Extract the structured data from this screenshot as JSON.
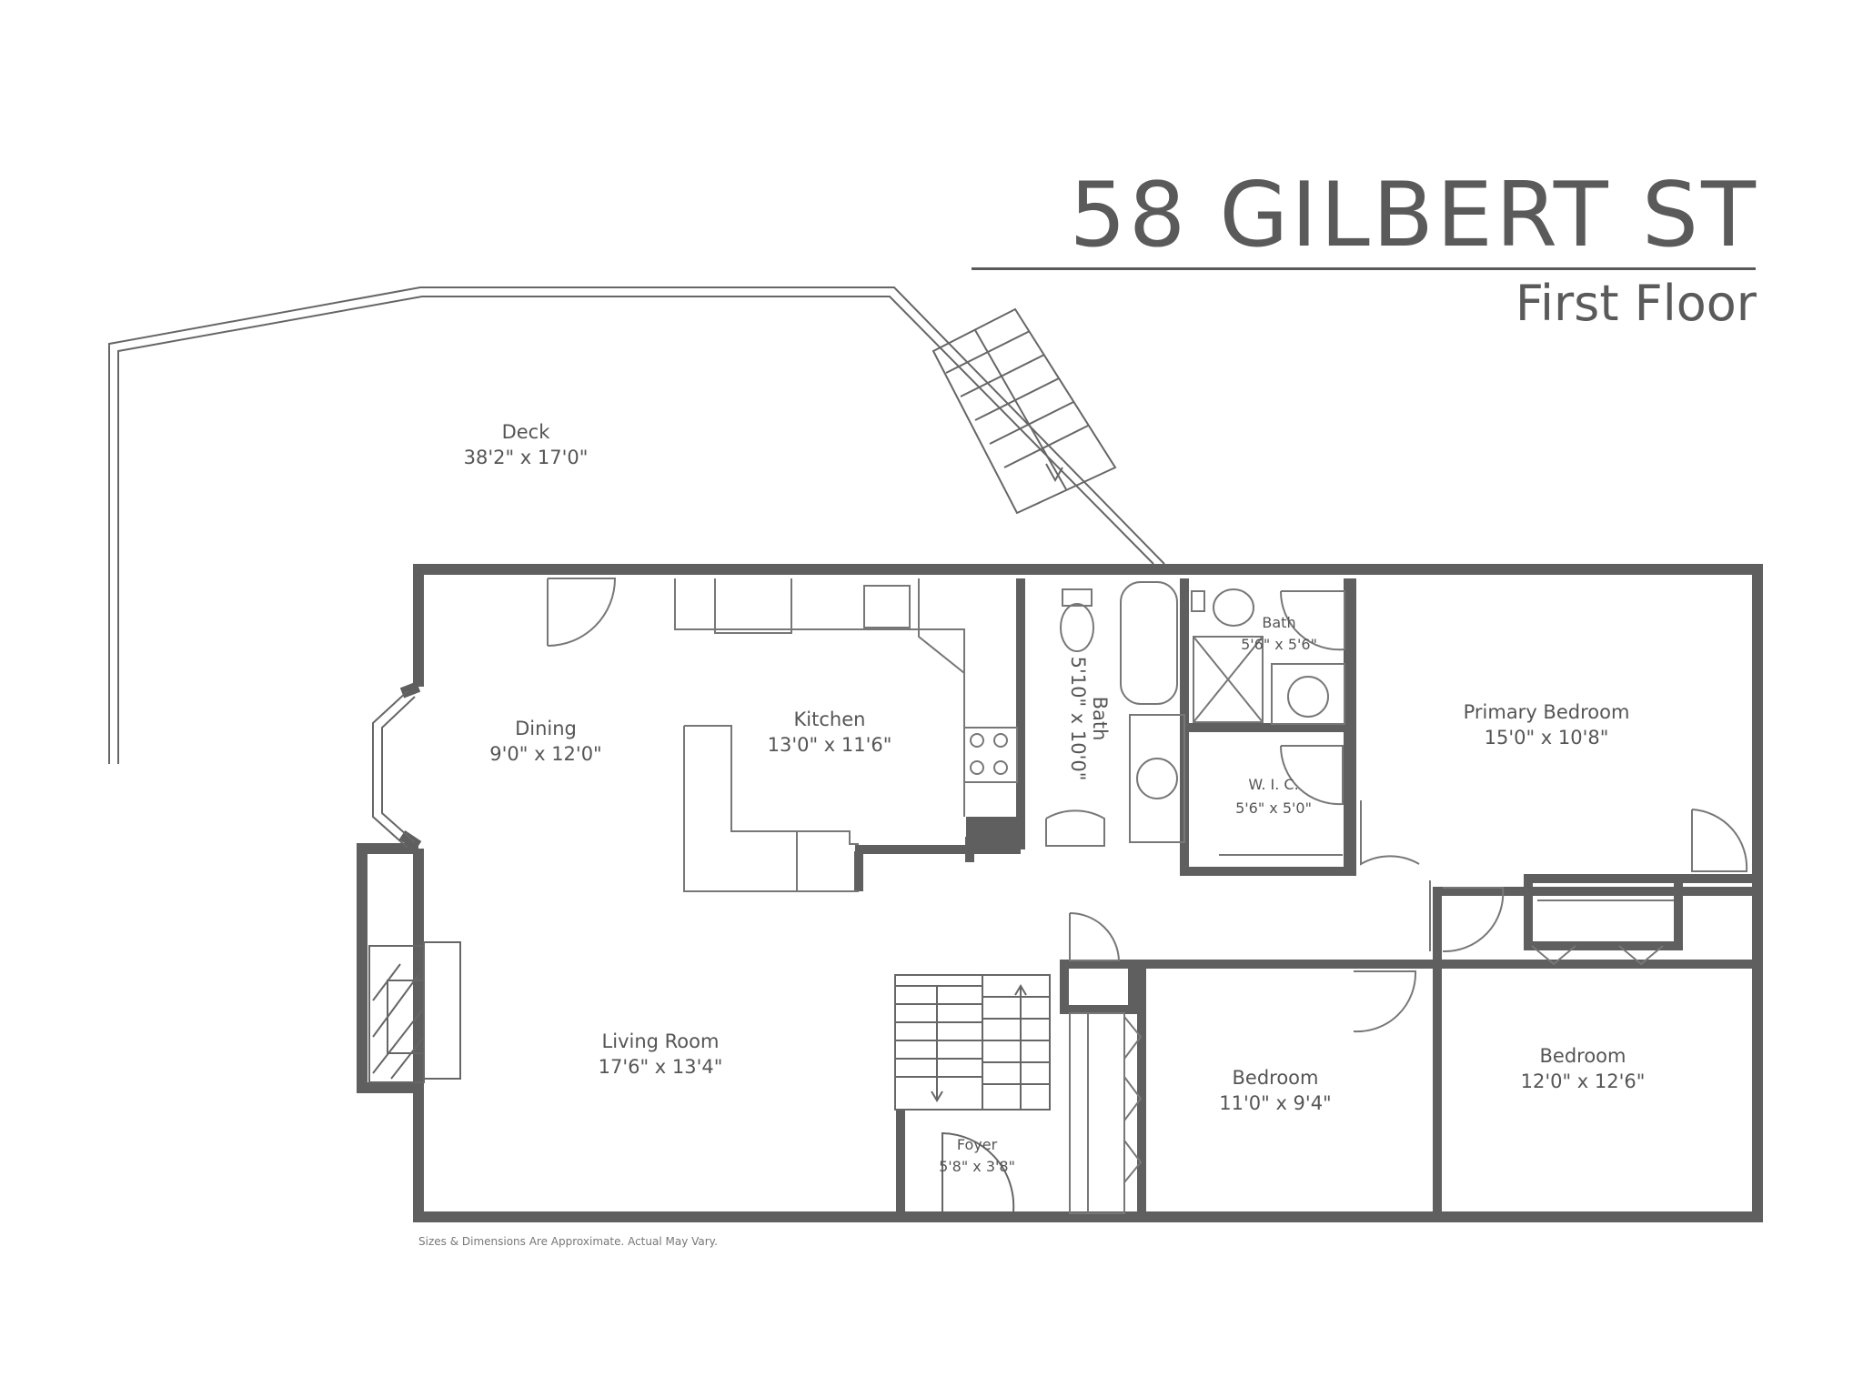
{
  "header": {
    "address": "58 GILBERT ST",
    "floor": "First Floor"
  },
  "rooms": {
    "deck": {
      "name": "Deck",
      "dims": "38'2\" x 17'0\""
    },
    "dining": {
      "name": "Dining",
      "dims": "9'0\" x 12'0\""
    },
    "kitchen": {
      "name": "Kitchen",
      "dims": "13'0\" x 11'6\""
    },
    "bath_hall": {
      "name": "Bath",
      "dims": "5'10\" x 10'0\""
    },
    "bath_primary": {
      "name": "Bath",
      "dims": "5'6\" x 5'6\""
    },
    "wic": {
      "name": "W. I. C.",
      "dims": "5'6\" x 5'0\""
    },
    "primary_bedroom": {
      "name": "Primary Bedroom",
      "dims": "15'0\" x 10'8\""
    },
    "living_room": {
      "name": "Living Room",
      "dims": "17'6\" x 13'4\""
    },
    "foyer": {
      "name": "Foyer",
      "dims": "5'8\" x 3'8\""
    },
    "bedroom_mid": {
      "name": "Bedroom",
      "dims": "11'0\" x 9'4\""
    },
    "bedroom_right": {
      "name": "Bedroom",
      "dims": "12'0\" x 12'6\""
    }
  },
  "footer": {
    "disclaimer": "Sizes & Dimensions Are Approximate. Actual May Vary."
  },
  "colors": {
    "wall": "#5f5f5f",
    "text": "#555555",
    "line": "#666666"
  }
}
